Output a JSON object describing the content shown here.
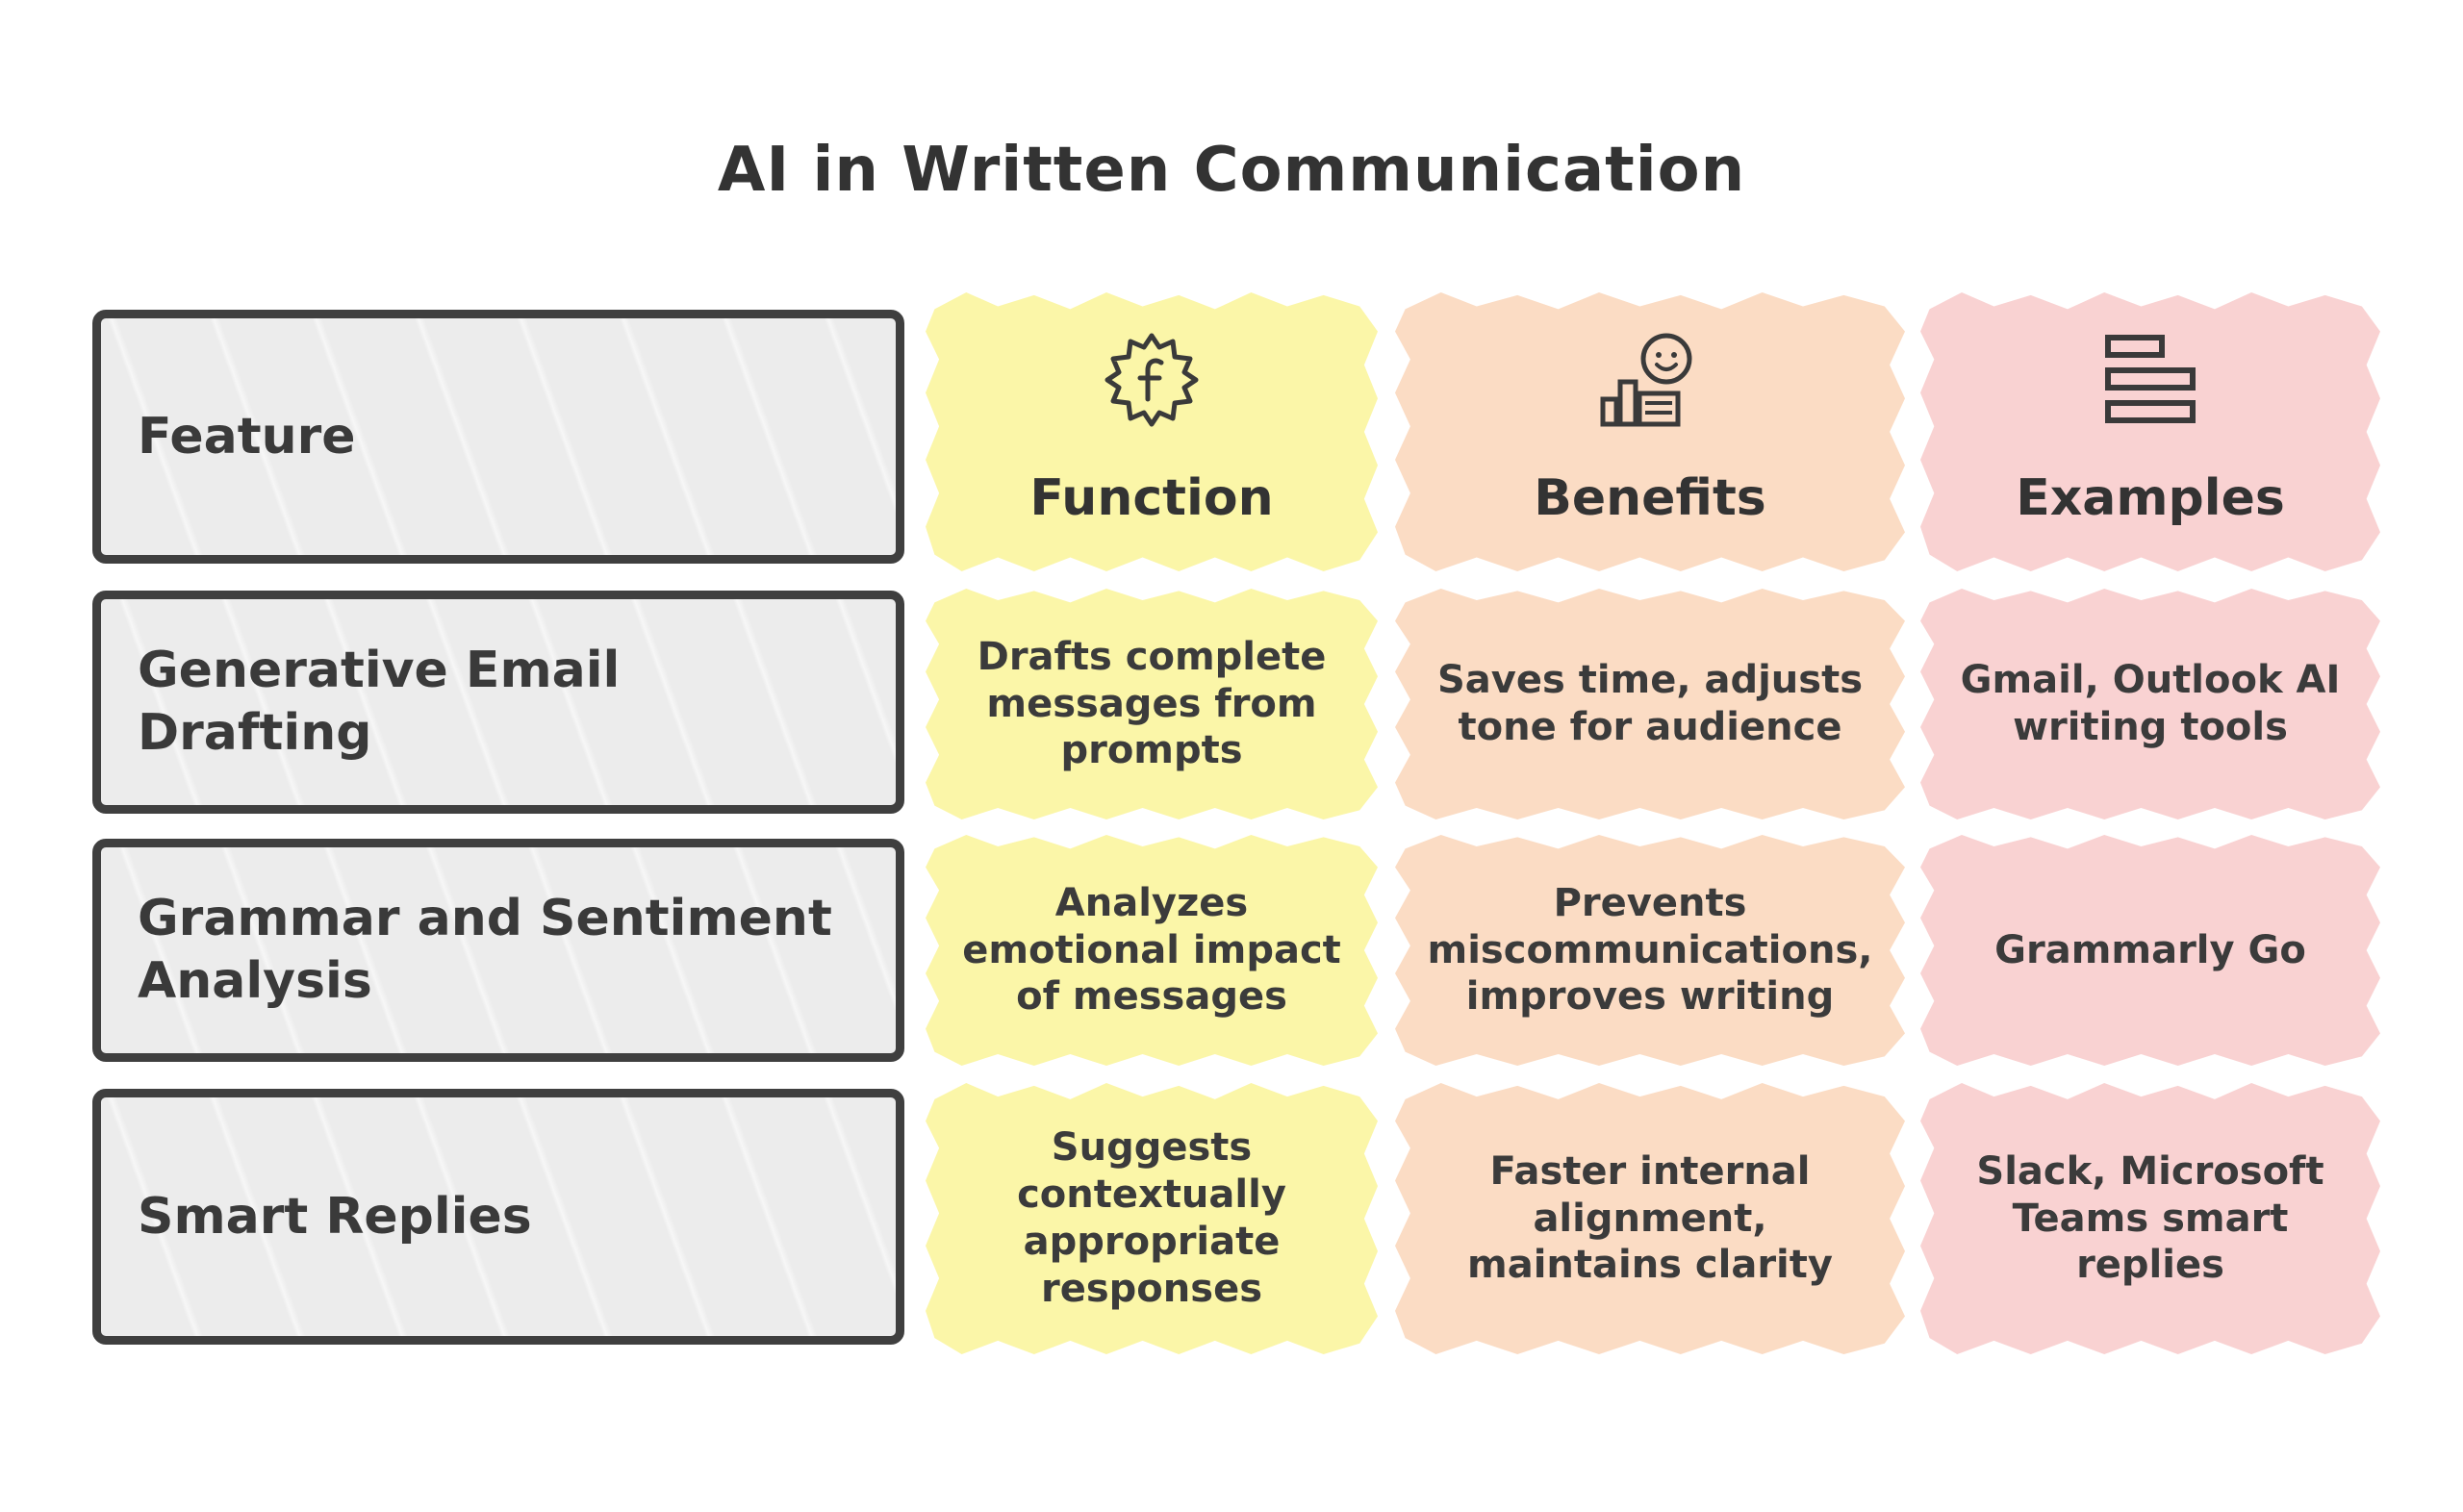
{
  "title": "AI in Written Communication",
  "header": {
    "feature_label": "Feature",
    "columns": [
      {
        "label": "Function",
        "icon": "function-f-gear-icon",
        "color": "#fbf6a8"
      },
      {
        "label": "Benefits",
        "icon": "person-with-chart-icon",
        "color": "#fbdcc4"
      },
      {
        "label": "Examples",
        "icon": "stacked-bars-icon",
        "color": "#f9d2d2"
      }
    ]
  },
  "rows": [
    {
      "feature": "Generative Email Drafting",
      "function": "Drafts complete messages from prompts",
      "benefits": "Saves time, adjusts tone for audience",
      "examples": "Gmail, Outlook AI writing tools"
    },
    {
      "feature": "Grammar and Sentiment Analysis",
      "function": "Analyzes emotional impact of messages",
      "benefits": "Prevents miscommunications, improves writing",
      "examples": "Grammarly Go"
    },
    {
      "feature": "Smart Replies",
      "function": "Suggests contextually appropriate responses",
      "benefits": "Faster internal alignment, maintains clarity",
      "examples": "Slack, Microsoft Teams smart replies"
    }
  ]
}
